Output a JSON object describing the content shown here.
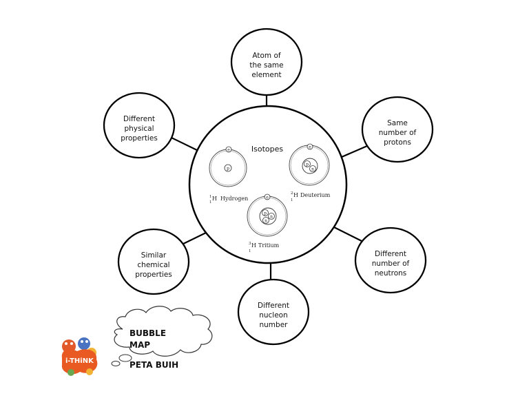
{
  "center": {
    "title": "Isotopes",
    "atoms": [
      {
        "label": "Hydrogen",
        "symbol": "H",
        "mass": "1",
        "number": "1",
        "nucleons": [
          "p"
        ]
      },
      {
        "label": "Deuterium",
        "symbol": "H",
        "mass": "2",
        "number": "1",
        "nucleons": [
          "p",
          "n"
        ]
      },
      {
        "label": "Tritium",
        "symbol": "H",
        "mass": "3",
        "number": "1",
        "nucleons": [
          "p",
          "n",
          "n"
        ]
      }
    ],
    "electron": "e"
  },
  "bubbles": [
    {
      "lines": [
        "Atom of",
        "the same",
        "element"
      ]
    },
    {
      "lines": [
        "Same",
        "number of",
        "protons"
      ]
    },
    {
      "lines": [
        "Different",
        "number of",
        "neutrons"
      ]
    },
    {
      "lines": [
        "Different",
        "nucleon",
        "number"
      ]
    },
    {
      "lines": [
        "Similar",
        "chemical",
        "properties"
      ]
    },
    {
      "lines": [
        "Different",
        "physical",
        "properties"
      ]
    }
  ],
  "legend": {
    "line1": "BUBBLE",
    "line2": "MAP",
    "line3": "PETA BUIH",
    "logo": "i-THiNK"
  }
}
